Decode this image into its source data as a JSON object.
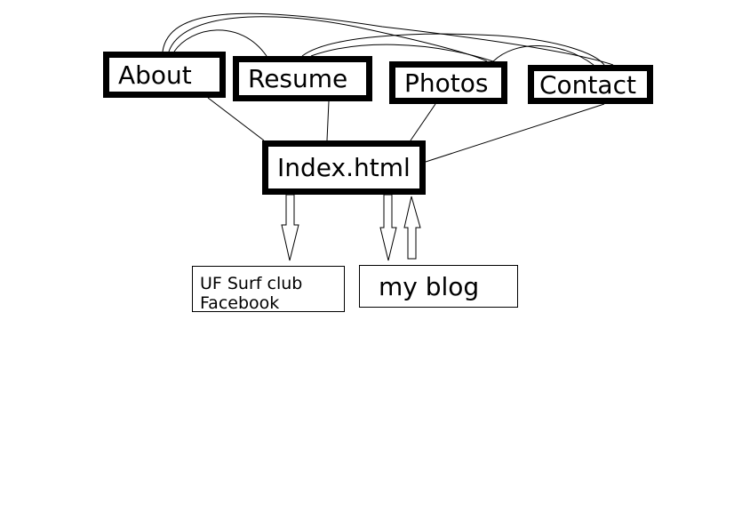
{
  "diagram": {
    "nodes": {
      "about": "About",
      "resume": "Resume",
      "photos": "Photos",
      "contact": "Contact",
      "index": "Index.html",
      "facebook_line1": "UF Surf club",
      "facebook_line2": "Facebook",
      "blog": "my blog"
    },
    "edges": [
      {
        "from": "index",
        "to": "about"
      },
      {
        "from": "index",
        "to": "resume"
      },
      {
        "from": "index",
        "to": "photos"
      },
      {
        "from": "index",
        "to": "contact"
      },
      {
        "from": "about",
        "to": "resume"
      },
      {
        "from": "about",
        "to": "photos"
      },
      {
        "from": "about",
        "to": "contact"
      },
      {
        "from": "resume",
        "to": "photos"
      },
      {
        "from": "resume",
        "to": "contact"
      },
      {
        "from": "photos",
        "to": "contact"
      },
      {
        "from": "index",
        "to": "facebook",
        "arrow": "down"
      },
      {
        "from": "index",
        "to": "blog",
        "arrow": "down"
      },
      {
        "from": "blog",
        "to": "index",
        "arrow": "up"
      }
    ],
    "colors": {
      "stroke": "#000000",
      "background": "#ffffff"
    }
  }
}
